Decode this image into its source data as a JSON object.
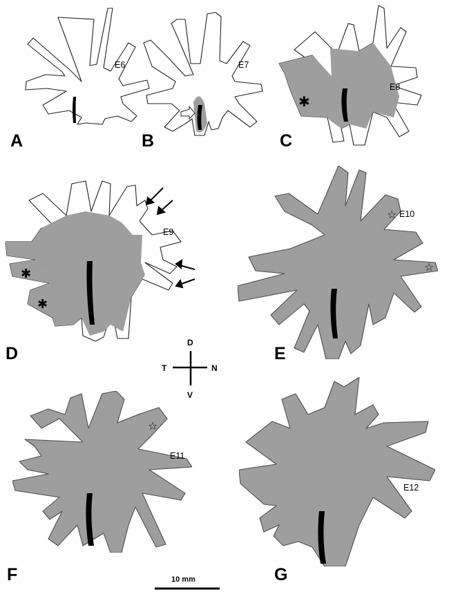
{
  "figure": {
    "panels": [
      {
        "letter": "A",
        "stage": "E6",
        "coverage": 0.0,
        "markers": []
      },
      {
        "letter": "B",
        "stage": "E7",
        "coverage": 0.06,
        "markers": [
          "open-arrow"
        ]
      },
      {
        "letter": "C",
        "stage": "E8",
        "coverage": 0.65,
        "markers": [
          "asterisk"
        ]
      },
      {
        "letter": "D",
        "stage": "E9",
        "coverage": 0.72,
        "markers": [
          "asterisk",
          "asterisk",
          "arrow",
          "arrow",
          "arrow",
          "arrow"
        ]
      },
      {
        "letter": "E",
        "stage": "E10",
        "coverage": 0.96,
        "markers": [
          "star",
          "star"
        ]
      },
      {
        "letter": "F",
        "stage": "E11",
        "coverage": 0.98,
        "markers": [
          "star"
        ]
      },
      {
        "letter": "G",
        "stage": "E12",
        "coverage": 1.0,
        "markers": []
      }
    ],
    "orientation": {
      "dorsal": "D",
      "ventral": "V",
      "temporal": "T",
      "nasal": "N"
    },
    "scale_bar": {
      "label": "10 mm"
    },
    "colors": {
      "shaded": "#9c9c9c",
      "outline": "#222222",
      "optic_fissure": "#000000"
    }
  }
}
